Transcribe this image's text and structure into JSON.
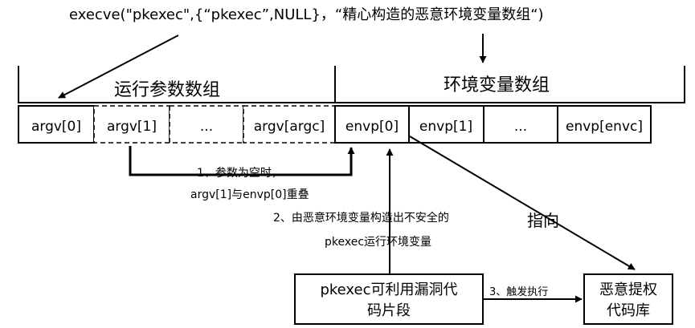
{
  "header": {
    "call": "execve(\"pkexec\",{“pkexec”,NULL}，“精心构造的恶意环境变量数组“)"
  },
  "arrays": {
    "argv_title": "运行参数数组",
    "env_title": "环境变量数组",
    "cells": [
      "argv[0]",
      "argv[1]",
      "...",
      "argv[argc]",
      "envp[0]",
      "envp[1]",
      "...",
      "envp[envc]"
    ]
  },
  "notes": {
    "overlap_line1": "1、参数为空时，",
    "overlap_line2": "argv[1]与envp[0]重叠",
    "unsafe_line1": "2、由恶意环境变量构造出不安全的",
    "unsafe_line2": "pkexec运行环境变量",
    "points_to": "指向",
    "trigger": "3、触发执行"
  },
  "boxes": {
    "exploit_line1": "pkexec可利用漏洞代",
    "exploit_line2": "码片段",
    "malicious_line1": "恶意提权",
    "malicious_line2": "代码库"
  }
}
